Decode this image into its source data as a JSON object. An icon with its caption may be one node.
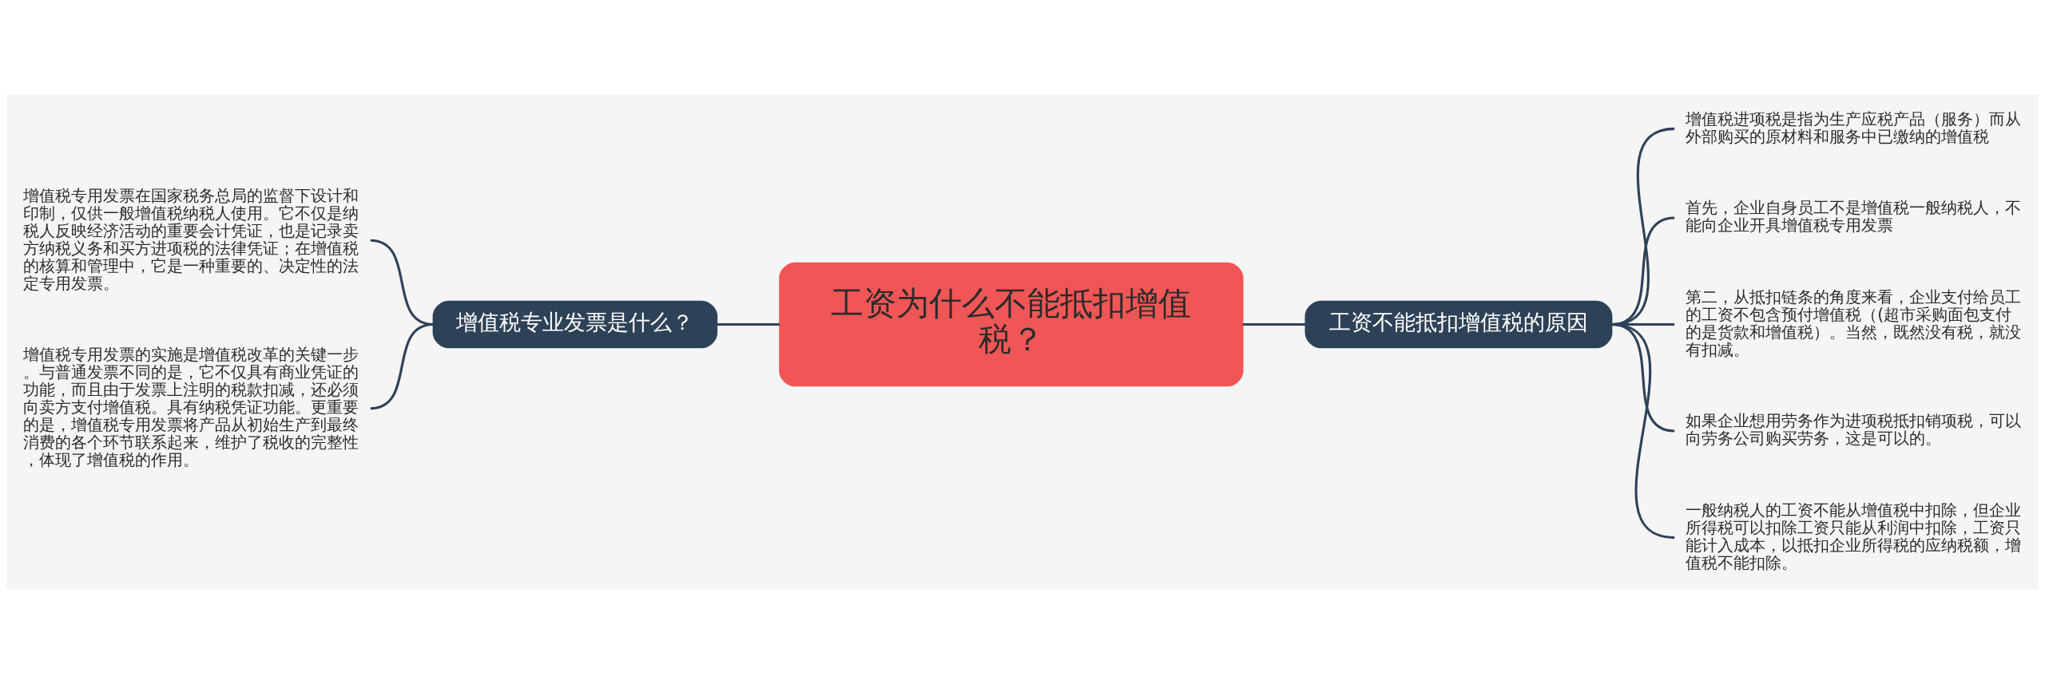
{
  "diagram": {
    "nodes": [
      {
        "text": [
          "工资为什么不能抵扣增值税？"
        ]
      },
      {
        "text": [
          "增值税专业发票是什么？"
        ]
      },
      {
        "text": [
          "增值税专用发票在国家税务总局的监督下设计和印制，仅供一般增值税纳税人使用。它不仅是纳税人反映经济活动的重要会计凭证，也是记录卖方纳税义务和买方进项税的法律凭证；在增值税的核算和管理中，它是一种重要的、决定性的法定专用发票。"
        ]
      },
      {
        "text": [
          "增值税专用发票的实施是增值税改革的关键一步。与普通发票不同的是，它不仅具有商业凭证的功能，而且由于发票上注明的税款扣减，还必须向卖方支付增值税。具有纳税凭证功能。更重要的是，增值税专用发票将产品从初始生产到最终消费的各个环节联系起来，维护了税收的完整性，体现了增值税的作用。"
        ]
      },
      {
        "text": [
          "工资不能抵扣增值税的原因"
        ]
      },
      {
        "text": [
          "增值税进项税是指为生产应税产品（服务）而从外部购买的原材料和服务中已缴纳的增值税"
        ]
      },
      {
        "text": [
          "首先，企业自身员工不是增值税一般纳税人，不能向企业开具增值税专用发票"
        ]
      },
      {
        "text": [
          "第二，从抵扣链条的角度来看，企业支付给员工的工资不包含预付增值税（(超市采购面包支付的是货款和增值税）。当然，既然没有税，就没有扣减。"
        ]
      },
      {
        "text": [
          "如果企业想用劳务作为进项税抵扣销项税，可以向劳务公司购买劳务，这是可以的。"
        ]
      },
      {
        "text": [
          "一般纳税人的工资不能从增值税中扣除，但企业所得税可以扣除工资只能从利润中扣除，工资只能计入成本，以抵扣企业所得税的应纳税额，增值税不能扣除。"
        ]
      }
    ],
    "edges": [
      {
        "from": 0,
        "to": 1,
        "arrow": "none"
      },
      {
        "from": 1,
        "to": 2,
        "arrow": "none"
      },
      {
        "from": 1,
        "to": 3,
        "arrow": "none"
      },
      {
        "from": 0,
        "to": 4,
        "arrow": "none"
      },
      {
        "from": 4,
        "to": 5,
        "arrow": "none"
      },
      {
        "from": 4,
        "to": 6,
        "arrow": "none"
      },
      {
        "from": 4,
        "to": 7,
        "arrow": "none"
      },
      {
        "from": 4,
        "to": 8,
        "arrow": "none"
      },
      {
        "from": 4,
        "to": 9,
        "arrow": "none"
      }
    ]
  }
}
